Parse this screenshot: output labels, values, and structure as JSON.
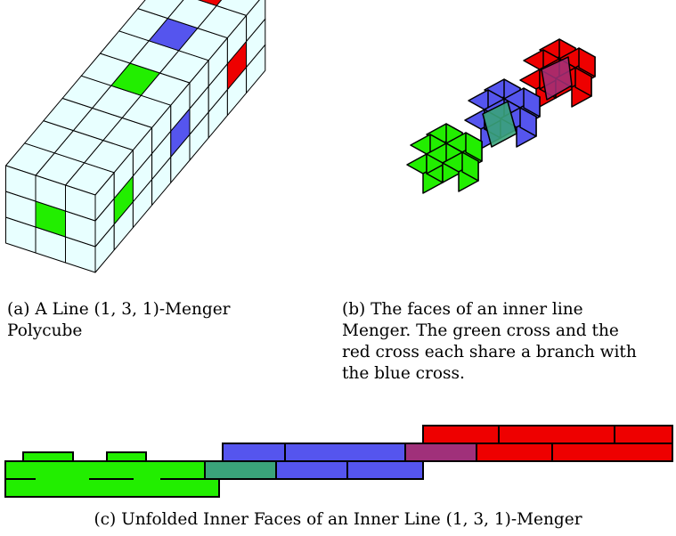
{
  "captions": {
    "a": {
      "label": "(a)",
      "text_line1": "A Line (1, 3, 1)-Menger",
      "text_line2": "Polycube"
    },
    "b": {
      "label": "(b)",
      "line1": "The faces of an inner line",
      "line2": "Menger. The green cross and the",
      "line3": "red cross each share a branch with",
      "line4": "the blue cross."
    },
    "c": {
      "label": "(c)",
      "text": "Unfolded Inner Faces of an Inner Line (1, 3, 1)-Menger"
    }
  },
  "colors": {
    "face_light": "#e8ffff",
    "green": "#22ee00",
    "blue": "#5555ee",
    "red": "#ee0000",
    "overlap_green_blue": "#3aa37a",
    "overlap_blue_red": "#a0307a",
    "outline": "#000000"
  }
}
